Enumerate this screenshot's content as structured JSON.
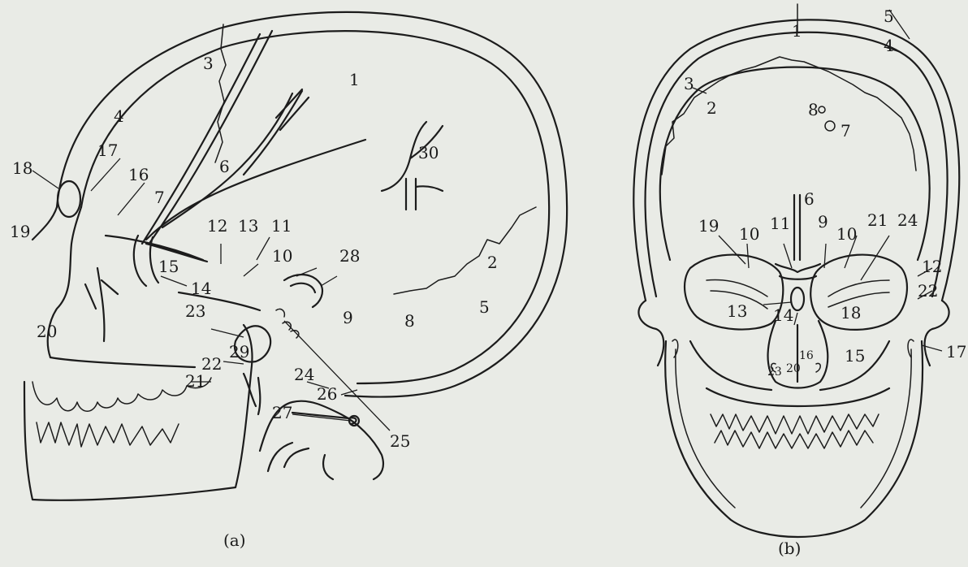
{
  "lateral_view": {
    "caption": "(a)",
    "labels": [
      "1",
      "2",
      "3",
      "4",
      "5",
      "6",
      "7",
      "8",
      "9",
      "10",
      "11",
      "12",
      "13",
      "14",
      "15",
      "16",
      "17",
      "18",
      "19",
      "20",
      "21",
      "22",
      "23",
      "24",
      "25",
      "26",
      "27",
      "28",
      "29",
      "30"
    ]
  },
  "frontal_view": {
    "caption": "(b)",
    "labels": [
      "1",
      "2",
      "3",
      "4",
      "5",
      "6",
      "7",
      "8",
      "9",
      "10",
      "10",
      "11",
      "12",
      "13",
      "14",
      "15",
      "16",
      "17",
      "18",
      "19",
      "20",
      "21",
      "22",
      "23",
      "24"
    ]
  },
  "colors": {
    "background": "#e9ebe6",
    "ink": "#1c1c1c"
  }
}
